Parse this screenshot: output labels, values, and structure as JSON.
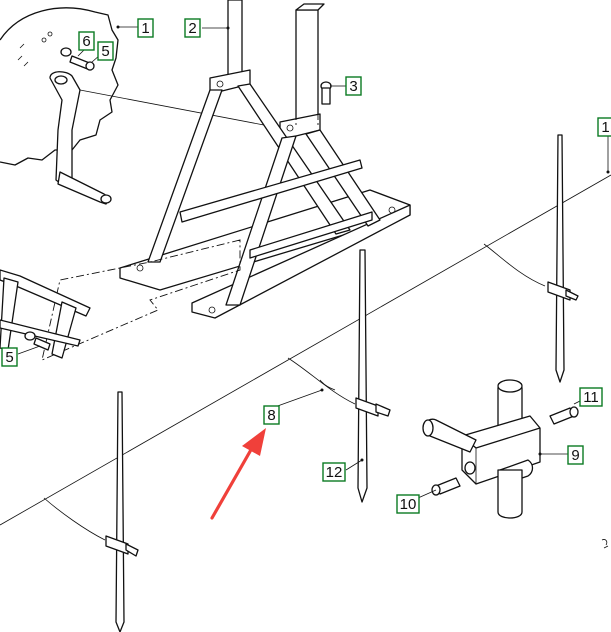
{
  "diagram": {
    "callouts": [
      {
        "id": "c1",
        "text": "1"
      },
      {
        "id": "c2",
        "text": "2"
      },
      {
        "id": "c3",
        "text": "3"
      },
      {
        "id": "c5a",
        "text": "5"
      },
      {
        "id": "c6",
        "text": "6"
      },
      {
        "id": "c1b",
        "text": "1"
      },
      {
        "id": "c5b",
        "text": "5"
      },
      {
        "id": "c8",
        "text": "8"
      },
      {
        "id": "c9",
        "text": "9"
      },
      {
        "id": "c10",
        "text": "10"
      },
      {
        "id": "c11",
        "text": "11"
      },
      {
        "id": "c12",
        "text": "12"
      }
    ],
    "arrow_color": "#f0403a",
    "callout_border_color": "#0a7a22"
  }
}
